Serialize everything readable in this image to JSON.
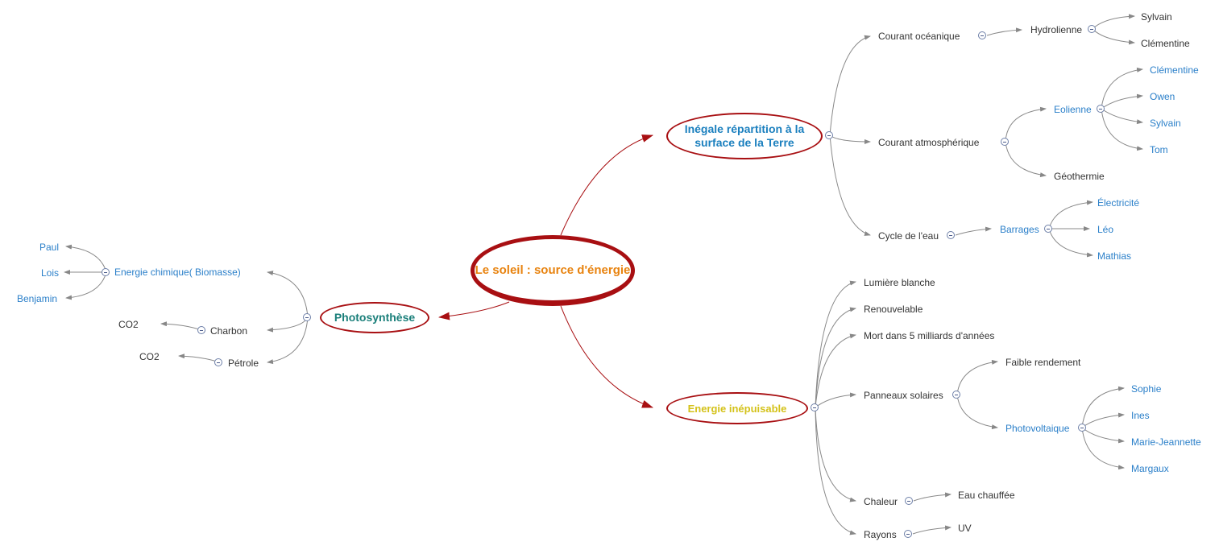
{
  "colors": {
    "central_text": "#e8830f",
    "topic_border": "#a80f12",
    "repartition_text": "#1a7fbe",
    "photosynthese_text": "#1a7f7a",
    "inepuisable_text": "#d4c21a",
    "link_blue": "#2a7fc9",
    "node_dark": "#333333"
  },
  "central": {
    "label": "Le soleil : source d'énergie"
  },
  "repartition": {
    "label": "Inégale répartition à la surface de la Terre",
    "courant_oceanique": "Courant océanique",
    "hydrolienne": "Hydrolienne",
    "hydro_sylvain": "Sylvain",
    "hydro_clementine": "Clémentine",
    "courant_atmospherique": "Courant atmosphérique",
    "eolienne": "Eolienne",
    "eol_clementine": "Clémentine",
    "eol_owen": "Owen",
    "eol_sylvain": "Sylvain",
    "eol_tom": "Tom",
    "geothermie": "Géothermie",
    "cycle_eau": "Cycle de l'eau",
    "barrages": "Barrages",
    "bar_electricite": "Électricité",
    "bar_leo": "Léo",
    "bar_mathias": "Mathias"
  },
  "inepuisable": {
    "label": "Energie inépuisable",
    "lumiere": "Lumière blanche",
    "renouvelable": "Renouvelable",
    "mort": "Mort dans 5 milliards d'années",
    "panneaux": "Panneaux solaires",
    "faible": "Faible rendement",
    "photovoltaique": "Photovoltaique",
    "pv_sophie": "Sophie",
    "pv_ines": "Ines",
    "pv_marie": "Marie-Jeannette",
    "pv_margaux": "Margaux",
    "chaleur": "Chaleur",
    "eau_chauffee": "Eau chauffée",
    "rayons": "Rayons",
    "uv": "UV"
  },
  "photosynthese": {
    "label": "Photosynthèse",
    "energie_chimique": "Energie chimique( Biomasse)",
    "paul": "Paul",
    "lois": "Lois",
    "benjamin": "Benjamin",
    "charbon": "Charbon",
    "co2_charbon": "CO2",
    "petrole": "Pétrole",
    "co2_petrole": "CO2"
  }
}
